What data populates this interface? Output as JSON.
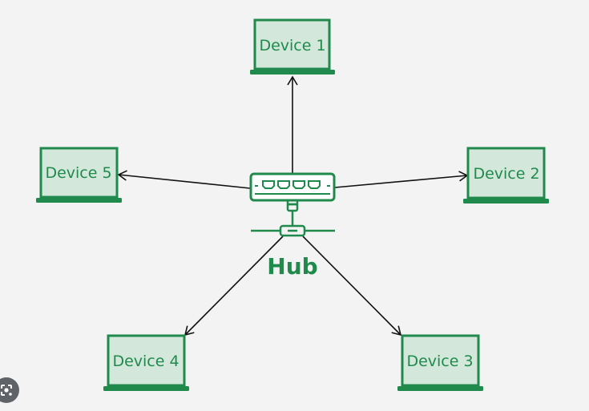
{
  "diagram": {
    "hub": {
      "label": "Hub"
    },
    "devices": [
      {
        "id": "device-1",
        "label": "Device 1"
      },
      {
        "id": "device-2",
        "label": "Device 2"
      },
      {
        "id": "device-3",
        "label": "Device 3"
      },
      {
        "id": "device-4",
        "label": "Device 4"
      },
      {
        "id": "device-5",
        "label": "Device 5"
      }
    ]
  },
  "colors": {
    "accent": "#1f8a4c",
    "screen_fill": "#d3e8da",
    "background": "#f3f3f3",
    "arrow": "#111111"
  },
  "overlay": {
    "icon": "lens-icon"
  }
}
